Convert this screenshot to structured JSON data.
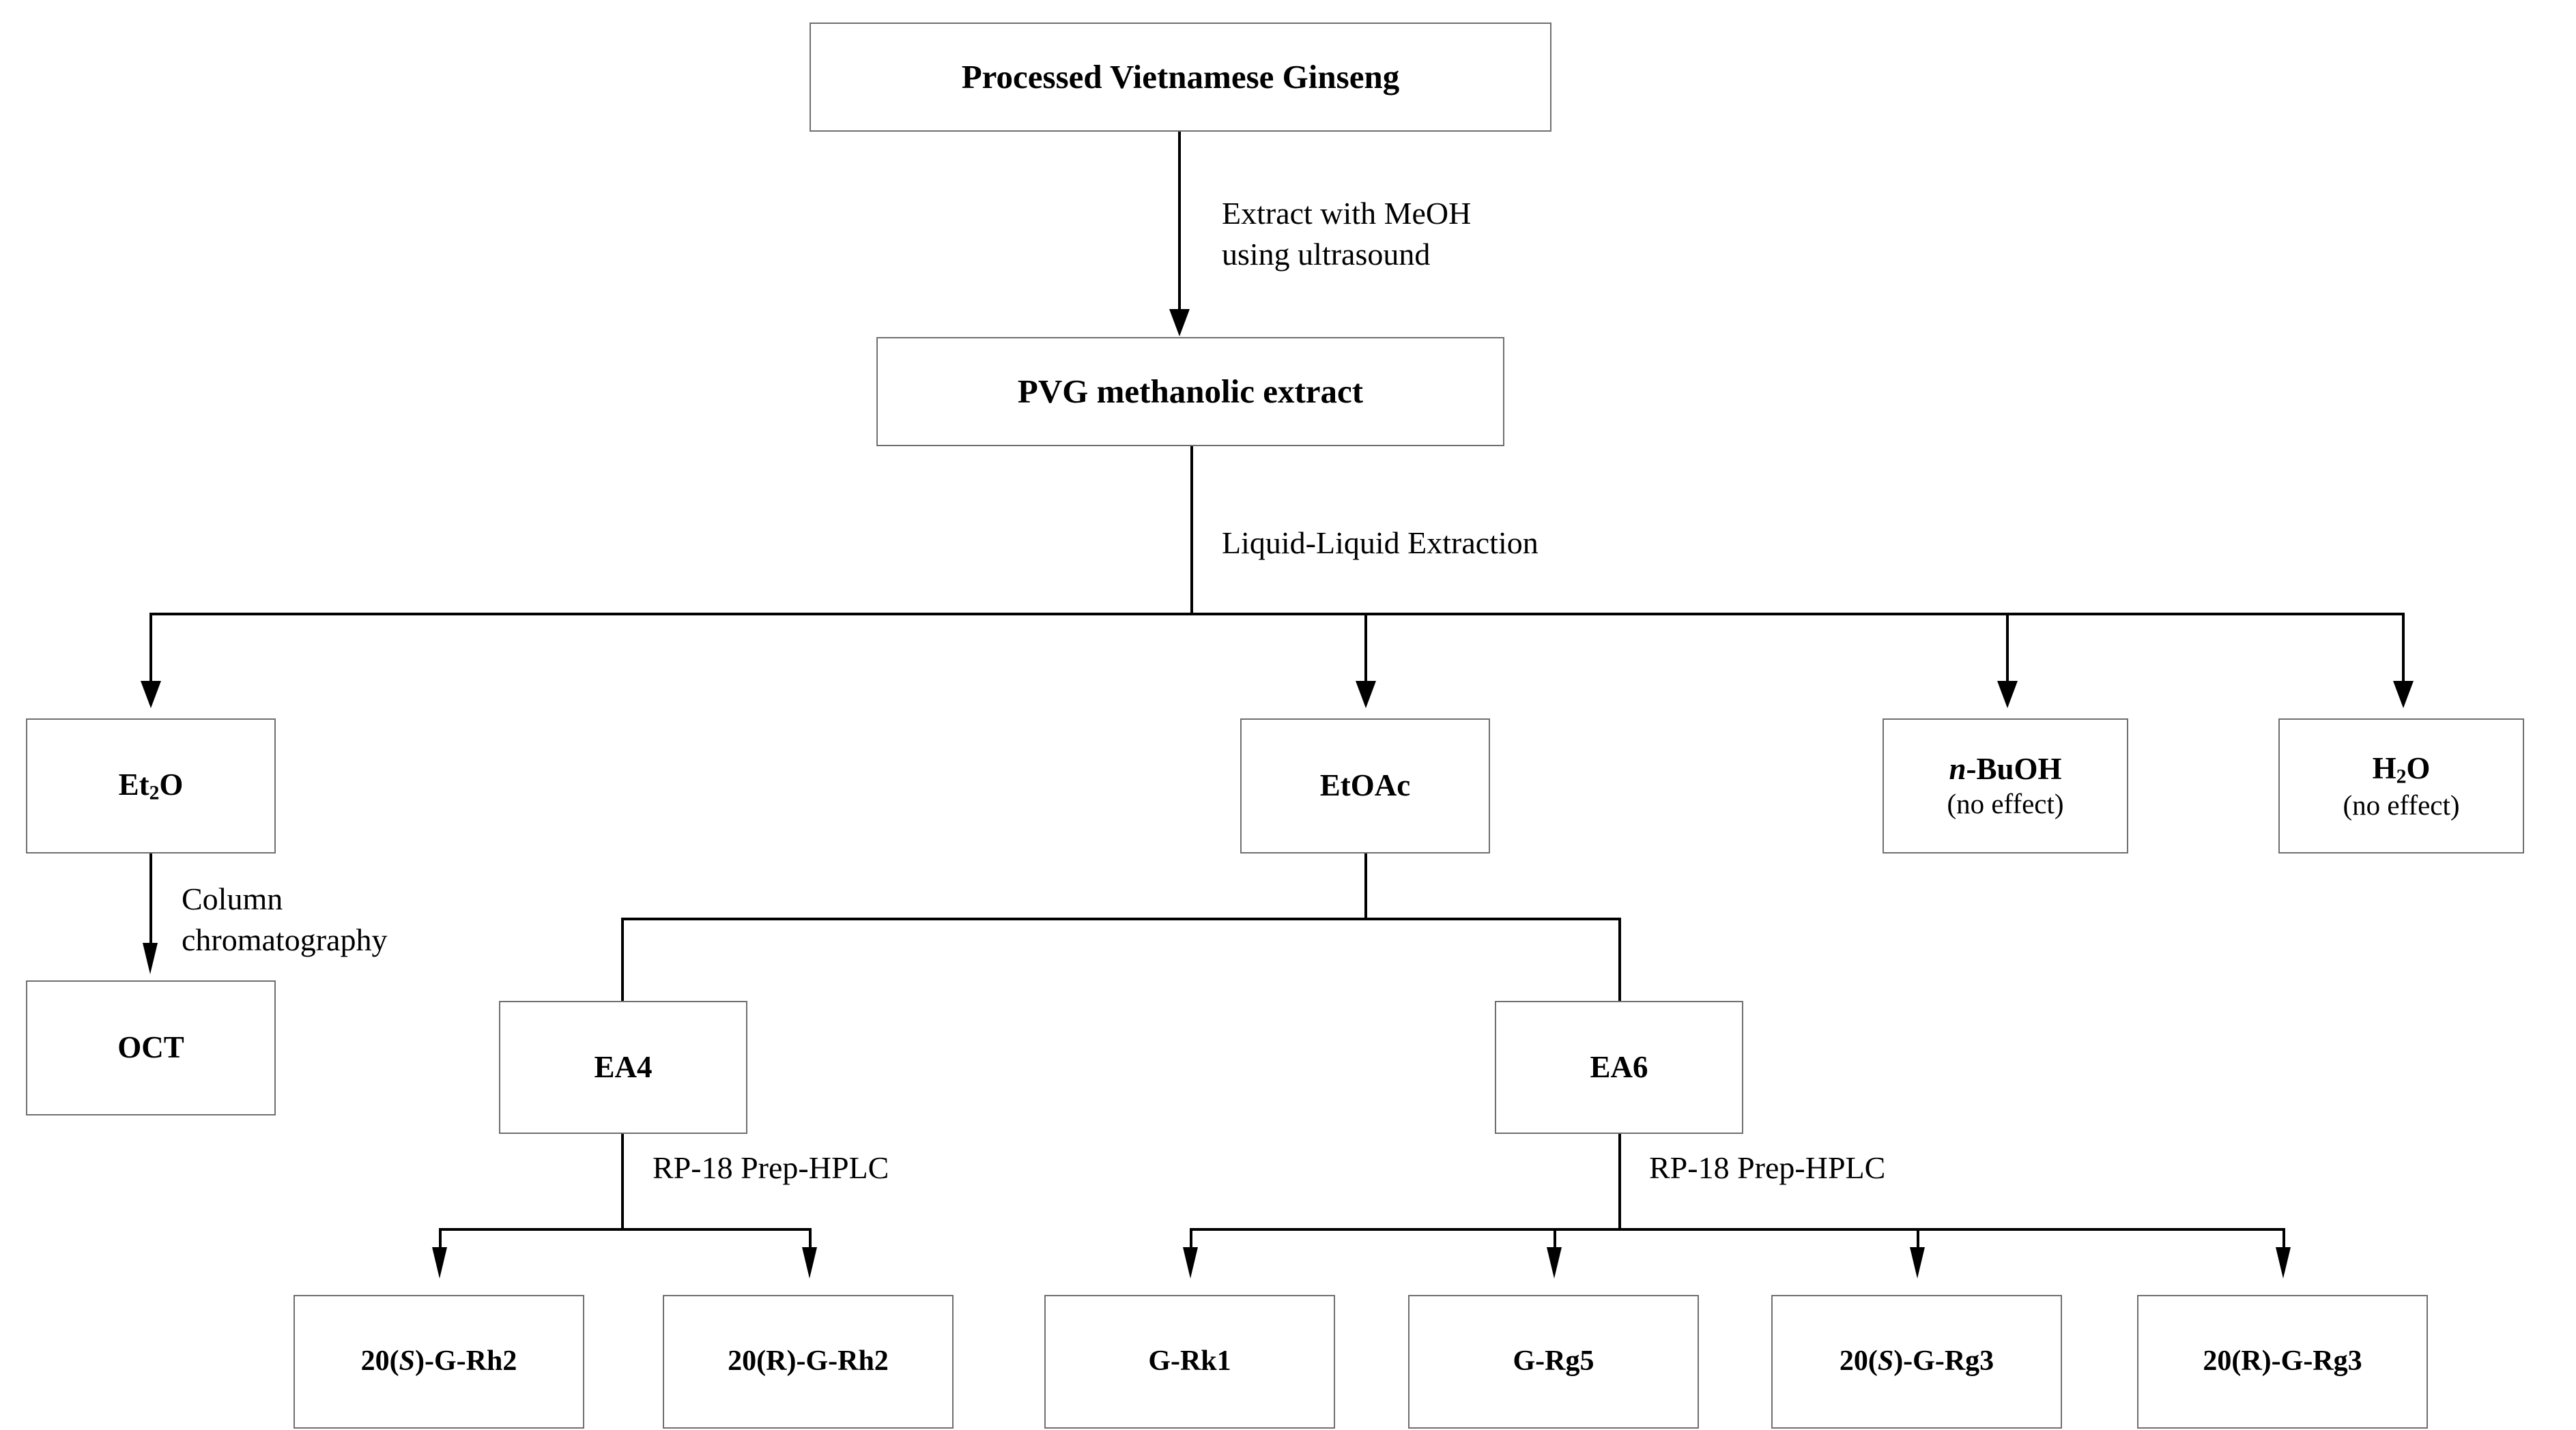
{
  "diagram": {
    "title": "Processed Vietnamese Ginseng fractionation scheme",
    "type": "flowchart",
    "colors": {
      "box_border": "#6f6f6f",
      "connector": "#000000",
      "background": "#ffffff",
      "text": "#000000"
    }
  },
  "nodes": {
    "root": {
      "label": "Processed Vietnamese Ginseng"
    },
    "extract": {
      "label": "PVG methanolic extract"
    },
    "et2o": {
      "label_pre": "Et",
      "label_sub": "2",
      "label_post": "O"
    },
    "etoac": {
      "label": "EtOAc"
    },
    "nbuoh": {
      "label_italic": "n",
      "label_rest": "-BuOH",
      "label_line2": "(no effect)"
    },
    "h2o": {
      "label_pre": "H",
      "label_sub": "2",
      "label_post": "O",
      "label_line2": "(no effect)"
    },
    "oct": {
      "label": "OCT"
    },
    "ea4": {
      "label": "EA4"
    },
    "ea6": {
      "label": "EA6"
    },
    "p1": {
      "pre": "20(",
      "ital": "S",
      "post": ")-G-Rh2"
    },
    "p2": {
      "pre": "20(R)-G-Rh2"
    },
    "p3": {
      "label": "G-Rk1"
    },
    "p4": {
      "label": "G-Rg5"
    },
    "p5": {
      "pre": "20(",
      "ital": "S",
      "post": ")-G-Rg3"
    },
    "p6": {
      "pre": "20(R)-G-Rg3"
    }
  },
  "edges": {
    "extraction": "Extract with MeOH\nusing ultrasound",
    "liquid_liquid": "Liquid-Liquid Extraction",
    "column_chromatography": "Column\nchromatography",
    "hplc_left": "RP-18 Prep-HPLC",
    "hplc_right": "RP-18 Prep-HPLC"
  }
}
